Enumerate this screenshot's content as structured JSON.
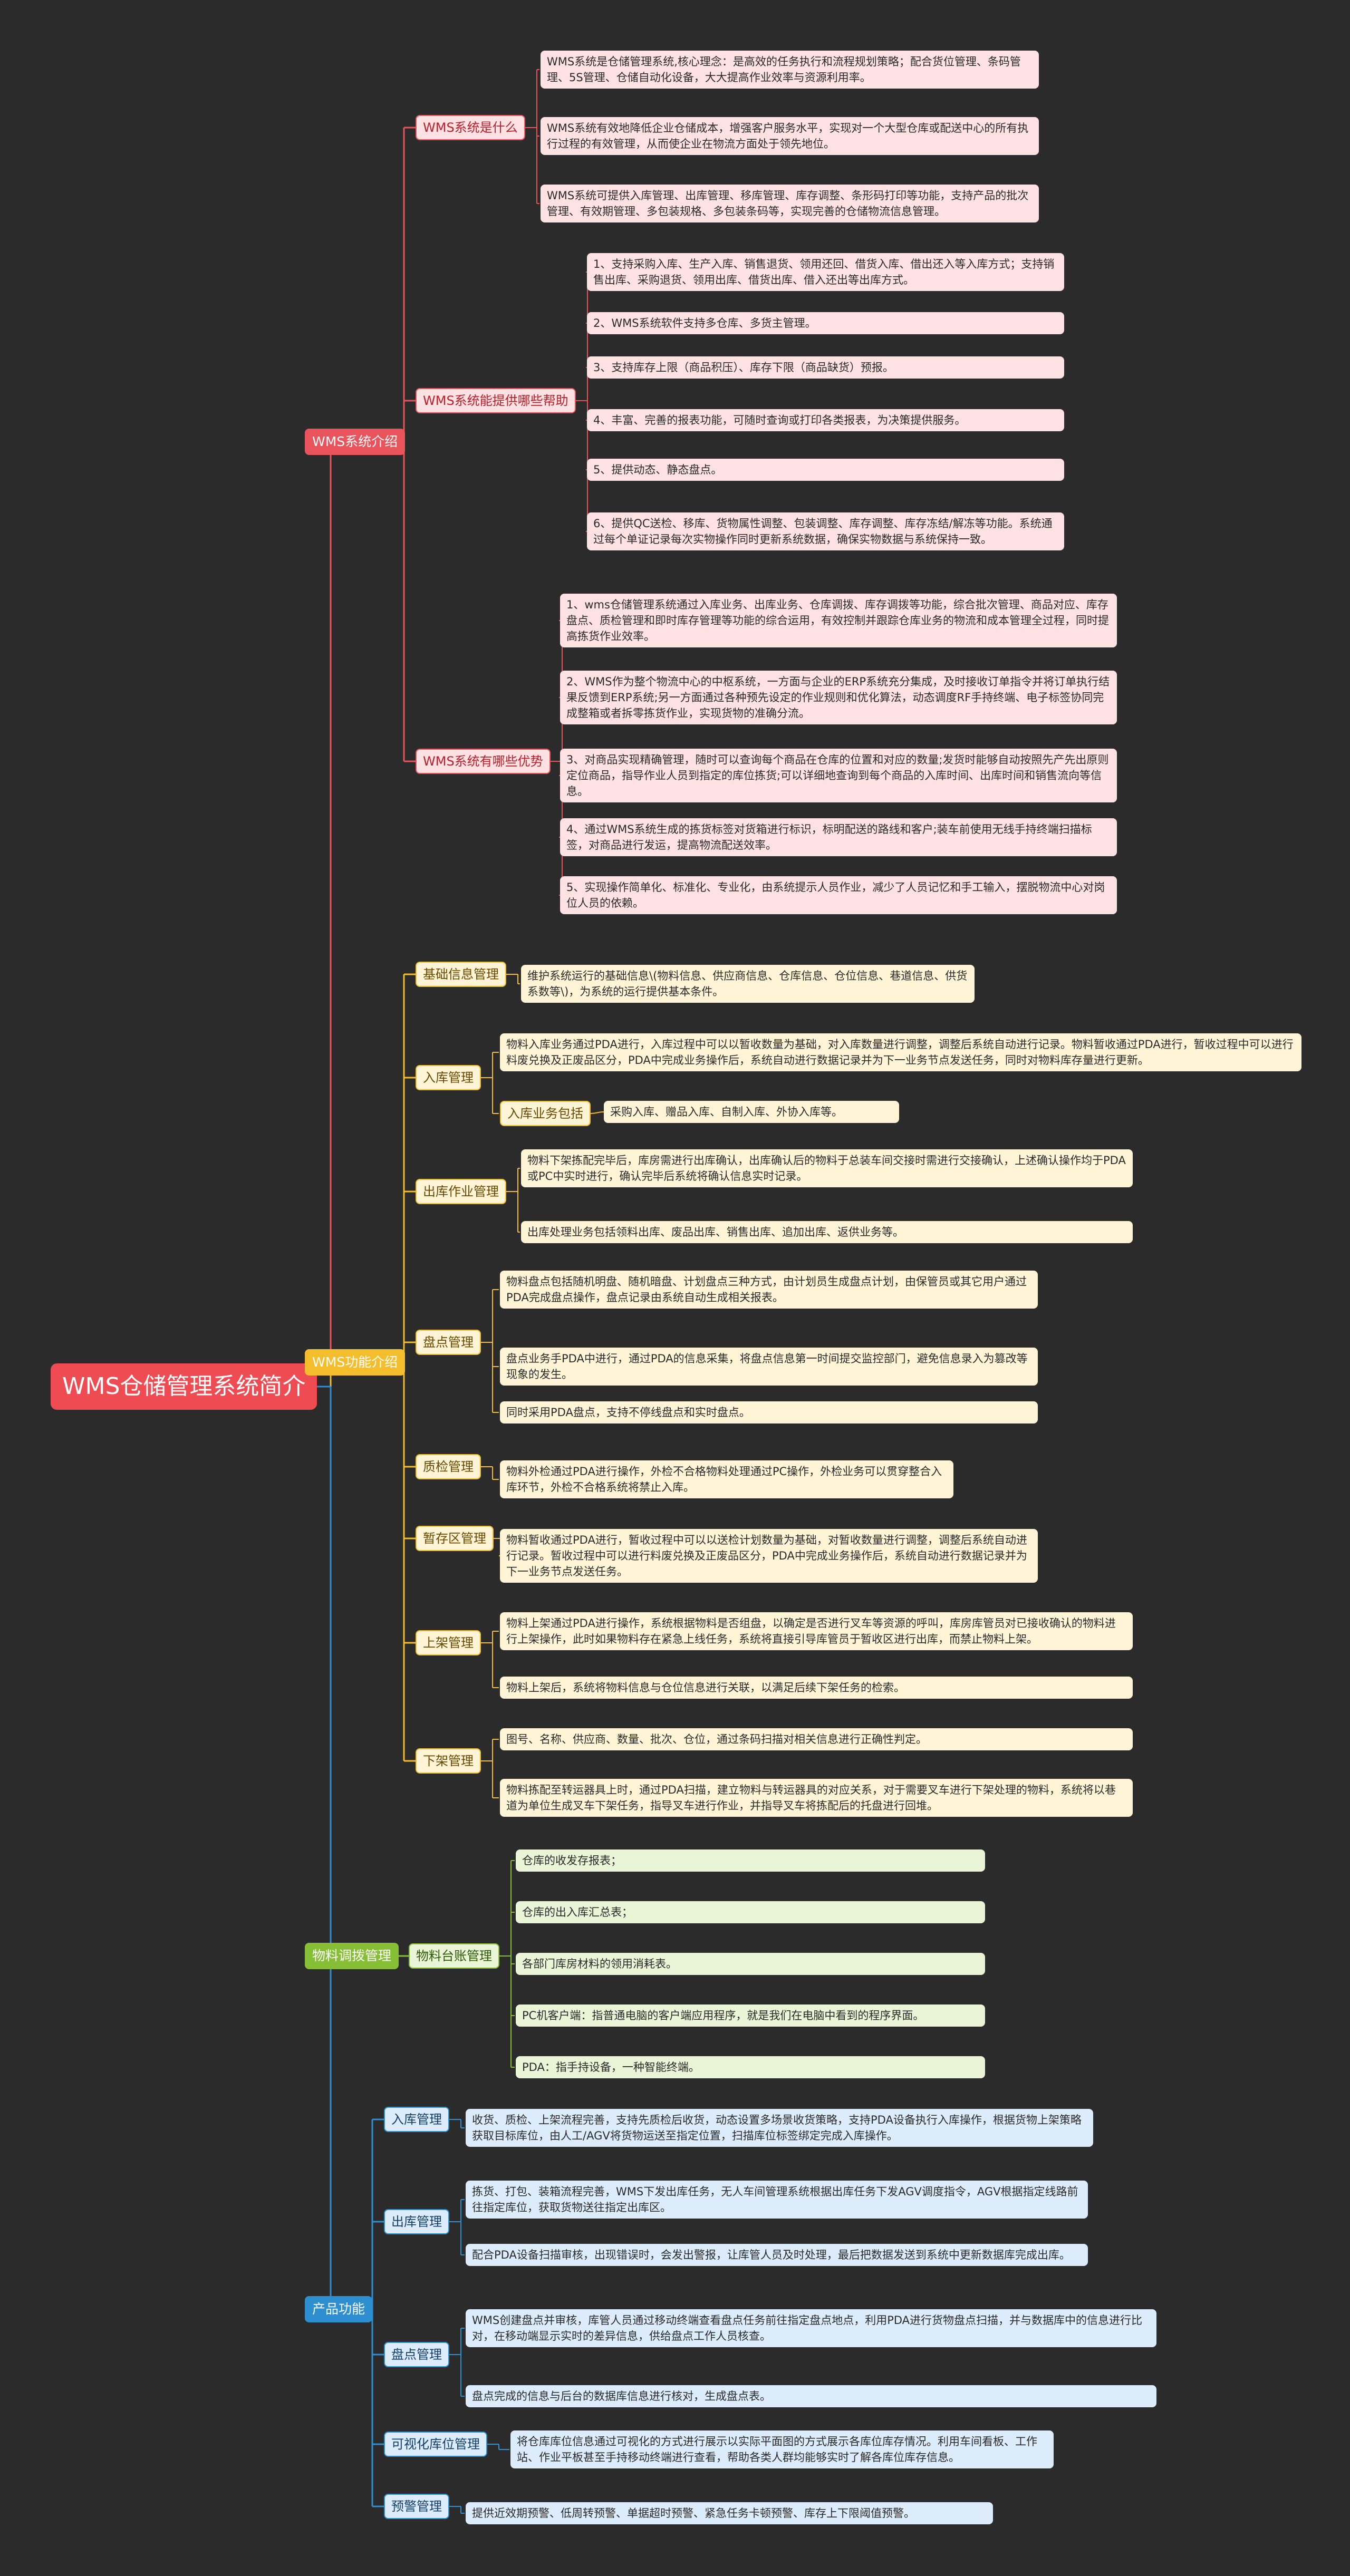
{
  "root": "WMS仓储管理系统简介",
  "colors": {
    "root": "#ef4b52",
    "red": "#e9535b",
    "red_light": "#fde1e3",
    "yellow": "#f3bd2c",
    "yellow_light": "#fff4d6",
    "green": "#86bf35",
    "green_light": "#e9f5d6",
    "blue": "#2d8fd0",
    "blue_light": "#dcecfb"
  },
  "branches": [
    {
      "label": "WMS系统介绍",
      "children": [
        {
          "label": "WMS系统是什么",
          "leaves": [
            "WMS系统是仓储管理系统,核心理念：是高效的任务执行和流程规划策略；配合货位管理、条码管理、5S管理、仓储自动化设备，大大提高作业效率与资源利用率。",
            "WMS系统有效地降低企业仓储成本，增强客户服务水平，实现对一个大型仓库或配送中心的所有执行过程的有效管理，从而使企业在物流方面处于领先地位。",
            "WMS系统可提供入库管理、出库管理、移库管理、库存调整、条形码打印等功能，支持产品的批次管理、有效期管理、多包装规格、多包装条码等，实现完善的仓储物流信息管理。"
          ]
        },
        {
          "label": "WMS系统能提供哪些帮助",
          "leaves": [
            "1、支持采购入库、生产入库、销售退货、领用还回、借货入库、借出还入等入库方式；支持销售出库、采购退货、领用出库、借货出库、借入还出等出库方式。",
            "2、WMS系统软件支持多仓库、多货主管理。",
            "3、支持库存上限（商品积压）、库存下限（商品缺货）预报。",
            "4、丰富、完善的报表功能，可随时查询或打印各类报表，为决策提供服务。",
            "5、提供动态、静态盘点。",
            "6、提供QC送检、移库、货物属性调整、包装调整、库存调整、库存冻结/解冻等功能。系统通过每个单证记录每次实物操作同时更新系统数据，确保实物数据与系统保持一致。"
          ]
        },
        {
          "label": "WMS系统有哪些优势",
          "leaves": [
            "1、wms仓储管理系统通过入库业务、出库业务、仓库调拨、库存调拨等功能，综合批次管理、商品对应、库存盘点、质检管理和即时库存管理等功能的综合运用，有效控制并跟踪仓库业务的物流和成本管理全过程，同时提高拣货作业效率。",
            "2、WMS作为整个物流中心的中枢系统，一方面与企业的ERP系统充分集成，及时接收订单指令并将订单执行结果反馈到ERP系统;另一方面通过各种预先设定的作业规则和优化算法，动态调度RF手持终端、电子标签协同完成整箱或者拆零拣货作业，实现货物的准确分流。",
            "3、对商品实现精确管理，随时可以查询每个商品在仓库的位置和对应的数量;发货时能够自动按照先产先出原则定位商品，指导作业人员到指定的库位拣货;可以详细地查询到每个商品的入库时间、出库时间和销售流向等信息。",
            "4、通过WMS系统生成的拣货标签对货箱进行标识，标明配送的路线和客户;装车前使用无线手持终端扫描标签，对商品进行发运，提高物流配送效率。",
            "5、实现操作简单化、标准化、专业化，由系统提示人员作业，减少了人员记忆和手工输入，摆脱物流中心对岗位人员的依赖。"
          ]
        }
      ]
    },
    {
      "label": "WMS功能介绍",
      "children": [
        {
          "label": "基础信息管理",
          "leaves": [
            "维护系统运行的基础信息\\(物料信息、供应商信息、仓库信息、仓位信息、巷道信息、供货系数等\\)，为系统的运行提供基本条件。"
          ]
        },
        {
          "label": "入库管理",
          "leaves": [
            "物料入库业务通过PDA进行，入库过程中可以以暂收数量为基础，对入库数量进行调整，调整后系统自动进行记录。物料暂收通过PDA进行，暂收过程中可以进行料废兑换及正废品区分，PDA中完成业务操作后，系统自动进行数据记录并为下一业务节点发送任务，同时对物料库存量进行更新。"
          ],
          "sub": {
            "label": "入库业务包括",
            "leaves": [
              "采购入库、赠品入库、自制入库、外协入库等。"
            ]
          }
        },
        {
          "label": "出库作业管理",
          "leaves": [
            "物料下架拣配完毕后，库房需进行出库确认，出库确认后的物料于总装车间交接时需进行交接确认，上述确认操作均于PDA或PC中实时进行，确认完毕后系统将确认信息实时记录。",
            "出库处理业务包括领料出库、废品出库、销售出库、追加出库、返供业务等。"
          ]
        },
        {
          "label": "盘点管理",
          "leaves": [
            "物料盘点包括随机明盘、随机暗盘、计划盘点三种方式，由计划员生成盘点计划，由保管员或其它用户通过PDA完成盘点操作，盘点记录由系统自动生成相关报表。",
            "盘点业务手PDA中进行，通过PDA的信息采集，将盘点信息第一时间提交监控部门，避免信息录入为篡改等现象的发生。",
            "同时采用PDA盘点，支持不停线盘点和实时盘点。"
          ]
        },
        {
          "label": "质检管理",
          "leaves": [
            "物料外检通过PDA进行操作，外检不合格物料处理通过PC操作，外检业务可以贯穿整合入库环节，外检不合格系统将禁止入库。"
          ]
        },
        {
          "label": "暂存区管理",
          "leaves": [
            "物料暂收通过PDA进行，暂收过程中可以以送检计划数量为基础，对暂收数量进行调整，调整后系统自动进行记录。暂收过程中可以进行料废兑换及正废品区分，PDA中完成业务操作后，系统自动进行数据记录并为下一业务节点发送任务。"
          ]
        },
        {
          "label": "上架管理",
          "leaves": [
            "物料上架通过PDA进行操作，系统根据物料是否组盘，以确定是否进行叉车等资源的呼叫，库房库管员对已接收确认的物料进行上架操作，此时如果物料存在紧急上线任务，系统将直接引导库管员于暂收区进行出库，而禁止物料上架。",
            "物料上架后，系统将物料信息与仓位信息进行关联，以满足后续下架任务的检索。"
          ]
        },
        {
          "label": "下架管理",
          "leaves": [
            "图号、名称、供应商、数量、批次、仓位，通过条码扫描对相关信息进行正确性判定。",
            "物料拣配至转运器具上时，通过PDA扫描，建立物料与转运器具的对应关系，对于需要叉车进行下架处理的物料，系统将以巷道为单位生成叉车下架任务，指导叉车进行作业，并指导叉车将拣配后的托盘进行回堆。"
          ]
        }
      ]
    },
    {
      "label": "物料调拨管理",
      "children": [
        {
          "label": "物料台账管理",
          "leaves": [
            "仓库的收发存报表；",
            "仓库的出入库汇总表；",
            "各部门库房材料的领用消耗表。",
            "PC机客户端：指普通电脑的客户端应用程序，就是我们在电脑中看到的程序界面。",
            "PDA：指手持设备，一种智能终端。"
          ]
        }
      ]
    },
    {
      "label": "产品功能",
      "children": [
        {
          "label": "入库管理",
          "leaves": [
            "收货、质检、上架流程完善，支持先质检后收货，动态设置多场景收货策略，支持PDA设备执行入库操作，根据货物上架策略获取目标库位，由人工/AGV将货物运送至指定位置，扫描库位标签绑定完成入库操作。"
          ]
        },
        {
          "label": "出库管理",
          "leaves": [
            "拣货、打包、装箱流程完善，WMS下发出库任务，无人车间管理系统根据出库任务下发AGV调度指令，AGV根据指定线路前往指定库位，获取货物送往指定出库区。",
            "配合PDA设备扫描审核，出现错误时，会发出警报，让库管人员及时处理，最后把数据发送到系统中更新数据库完成出库。"
          ]
        },
        {
          "label": "盘点管理",
          "leaves": [
            "WMS创建盘点并审核，库管人员通过移动终端查看盘点任务前往指定盘点地点，利用PDA进行货物盘点扫描，并与数据库中的信息进行比对，在移动端显示实时的差异信息，供给盘点工作人员核查。",
            "盘点完成的信息与后台的数据库信息进行核对，生成盘点表。"
          ]
        },
        {
          "label": "可视化库位管理",
          "leaves": [
            "将仓库库位信息通过可视化的方式进行展示以实际平面图的方式展示各库位库存情况。利用车间看板、工作站、作业平板甚至手持移动终端进行查看，帮助各类人群均能够实时了解各库位库存信息。"
          ]
        },
        {
          "label": "预警管理",
          "leaves": [
            "提供近效期预警、低周转预警、单据超时预警、紧急任务卡顿预警、库存上下限阈值预警。"
          ]
        }
      ]
    }
  ]
}
